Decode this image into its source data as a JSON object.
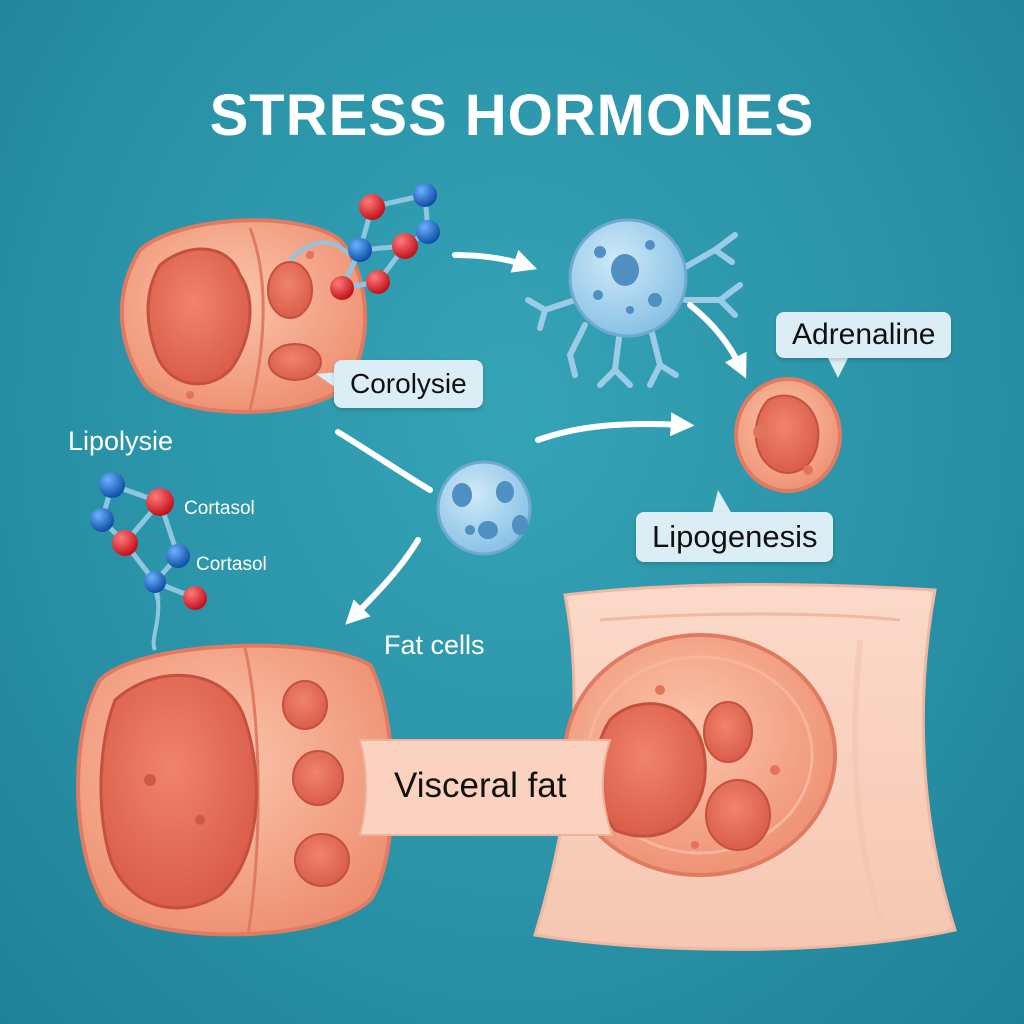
{
  "title": "STRESS HORMONES",
  "labels": {
    "corolysie": "Corolysie",
    "adrenaline": "Adrenaline",
    "lipogenesis": "Lipogenesis",
    "lipolysie": "Lipolysie",
    "cortasol_1": "Cortasol",
    "cortasol_2": "Cortasol",
    "fat_cells": "Fat cells",
    "visceral_fat": "Visceral fat"
  },
  "colors": {
    "background": "#2a92a6",
    "fat_cell": "#f4a487",
    "fat_nucleus": "#e86a55",
    "blue_cell": "#a9d6f0",
    "molecule_red": "#e0262e",
    "molecule_blue": "#1a6fd0",
    "label_bg": "#dceef5",
    "arrow": "#ffffff"
  }
}
